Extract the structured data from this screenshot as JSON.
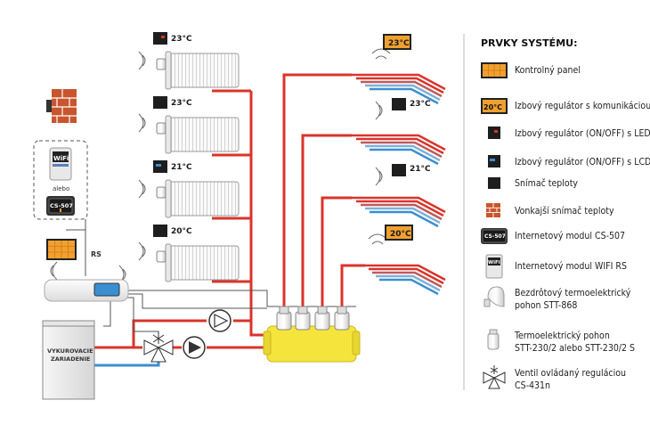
{
  "zones": {
    "radiator_1_temp": "23°C",
    "radiator_2_temp": "23°C",
    "radiator_3_temp": "21°C",
    "radiator_4_temp": "20°C",
    "floor_1_panel_temp": "23°C",
    "floor_2_temp": "23°C",
    "floor_3_temp": "21°C",
    "floor_4_panel_temp": "20°C"
  },
  "left": {
    "wifi_label": "WiFi",
    "alebo": "alebo",
    "cs507_label": "CS-507",
    "rs_label": "RS",
    "boiler_label_1": "VYKUROVACIE",
    "boiler_label_2": "ZARIADENIE"
  },
  "legend": {
    "title": "PRVKY SYSTÉMU:",
    "items": [
      {
        "text": "Kontrolný panel",
        "icon": "control-panel-icon"
      },
      {
        "text": "Izbový regulátor s komunikáciou",
        "icon": "room-regulator-communication-icon",
        "badge": "20°C"
      },
      {
        "text": "Izbový regulátor (ON/OFF) s LED",
        "icon": "room-regulator-led-icon"
      },
      {
        "text": "Izbový regulátor (ON/OFF) s LCD",
        "icon": "room-regulator-lcd-icon"
      },
      {
        "text": "Snímač teploty",
        "icon": "temperature-sensor-icon"
      },
      {
        "text": "Vonkajší snímač teploty",
        "icon": "outdoor-sensor-icon"
      },
      {
        "text": "Internetový modul CS-507",
        "icon": "cs507-module-icon",
        "badge": "CS-507"
      },
      {
        "text": "Internetový modul WIFI RS",
        "icon": "wifi-module-icon",
        "badge": "WiFi"
      },
      {
        "text": "Bezdrôtový termoelektrický",
        "text2": "pohon STT-868",
        "icon": "wireless-actuator-icon"
      },
      {
        "text": "Termoelektrický pohon",
        "text2": "STT-230/2 alebo STT-230/2 S",
        "icon": "thermo-actuator-icon"
      },
      {
        "text": "Ventil ovládaný reguláciou",
        "text2": "CS-431n",
        "icon": "mixing-valve-icon"
      }
    ]
  },
  "colors": {
    "supply": "#d9342b",
    "return": "#3a8fd1",
    "manifold": "#f5e43c",
    "panel_orange": "#f0a030",
    "brick": "#c8552d"
  }
}
